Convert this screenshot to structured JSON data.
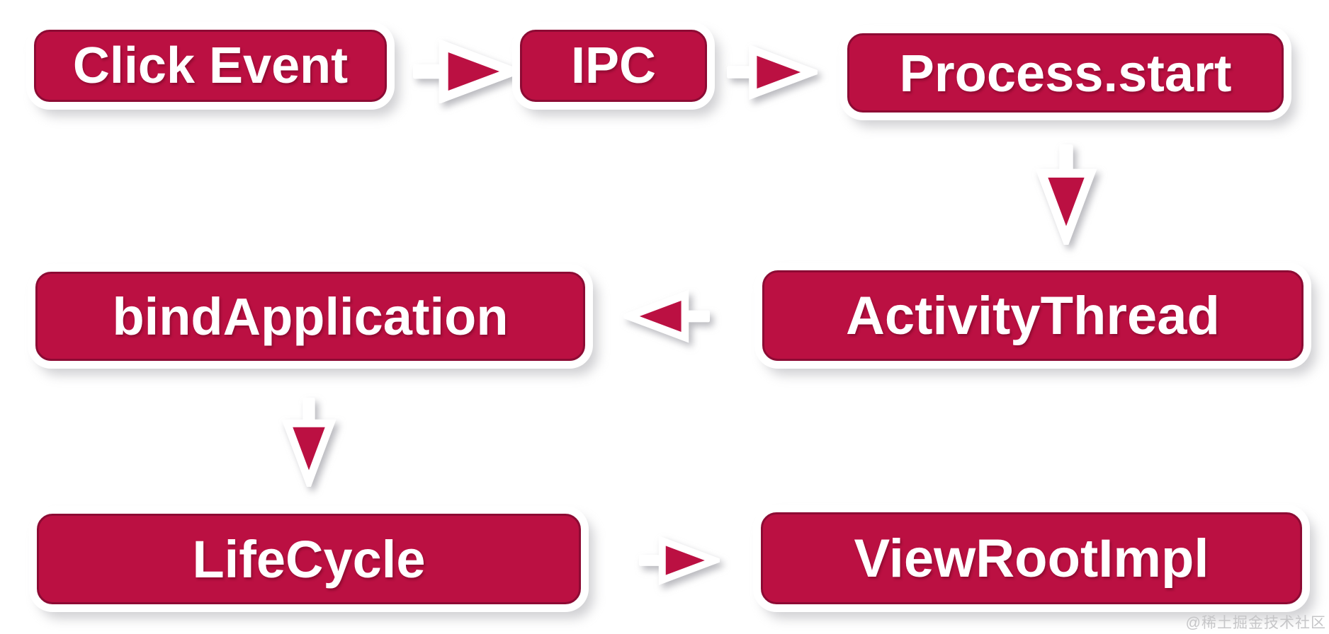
{
  "diagram": {
    "title": "activity-launch-flowchart",
    "colors": {
      "background": "#FFFFFF",
      "node_fill": "#BB1042",
      "node_edge": "#8D0B34",
      "node_ring": "#FFFFFF",
      "node_text": "#FFFFFF",
      "arrow_fill": "#BB1042",
      "arrow_outline": "#FFFFFF",
      "watermark_text": "#C6C6C8"
    },
    "nodes": [
      {
        "id": "click-event",
        "label": "Click Event"
      },
      {
        "id": "ipc",
        "label": "IPC"
      },
      {
        "id": "process-start",
        "label": "Process.start"
      },
      {
        "id": "activity-thread",
        "label": "ActivityThread"
      },
      {
        "id": "bind-application",
        "label": "bindApplication"
      },
      {
        "id": "lifecycle",
        "label": "LifeCycle"
      },
      {
        "id": "view-root-impl",
        "label": "ViewRootImpl"
      }
    ],
    "edges": [
      {
        "from": "click-event",
        "to": "ipc",
        "direction": "right"
      },
      {
        "from": "ipc",
        "to": "process-start",
        "direction": "right"
      },
      {
        "from": "process-start",
        "to": "activity-thread",
        "direction": "down"
      },
      {
        "from": "activity-thread",
        "to": "bind-application",
        "direction": "left"
      },
      {
        "from": "bind-application",
        "to": "lifecycle",
        "direction": "down"
      },
      {
        "from": "lifecycle",
        "to": "view-root-impl",
        "direction": "right"
      }
    ],
    "watermark": "@稀土掘金技术社区"
  }
}
